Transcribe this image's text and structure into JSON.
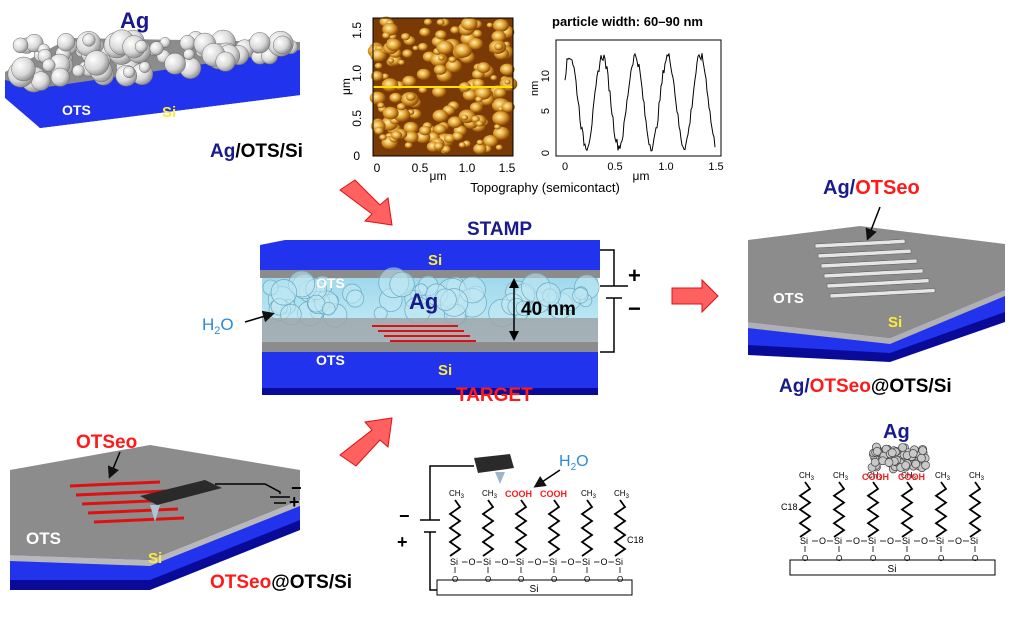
{
  "colors": {
    "navy": "#1a1a8c",
    "red": "#ff1a1a",
    "yellow": "#ffeb3b",
    "blue": "#1f3bd6",
    "water": "#2a8bd8",
    "afm_line": "#ffe000"
  },
  "panel_a": {
    "ag_label": "Ag",
    "ots_label": "OTS",
    "si_label": "Si",
    "caption_ag": "Ag",
    "caption_rest": "/OTS/Si"
  },
  "afm": {
    "y_label": "μm",
    "y_ticks": [
      "0",
      "0.5",
      "1.0",
      "1.5"
    ],
    "x_ticks": [
      "0",
      "0.5",
      "1.0",
      "1.5"
    ],
    "x_unit": "μm",
    "caption": "Topography (semicontact)"
  },
  "profile": {
    "title": "particle width: 60–90 nm",
    "y_label": "nm",
    "y_ticks": [
      "0",
      "5",
      "10"
    ],
    "x_ticks": [
      "0",
      "0.5",
      "1.0",
      "1.5"
    ],
    "x_unit": "μm"
  },
  "center": {
    "stamp_label": "STAMP",
    "target_label": "TARGET",
    "si_top": "Si",
    "si_bottom": "Si",
    "ots_top": "OTS",
    "ots_bottom": "OTS",
    "ag_label": "Ag",
    "gap_label": "40 nm",
    "water_label": "H",
    "water_sub": "2",
    "water_tail": "O",
    "plus": "+",
    "minus": "−"
  },
  "panel_right": {
    "top_ag": "Ag",
    "top_slash": "/",
    "top_otseo": "OTSeo",
    "ots_label": "OTS",
    "si_label": "Si",
    "caption_ag": "Ag",
    "caption_slash": "/",
    "caption_otseo": "OTSeo",
    "caption_rest": "@OTS/Si"
  },
  "panel_bl": {
    "otseo_label": "OTSeo",
    "ots_label": "OTS",
    "si_label": "Si",
    "minus": "−",
    "plus": "+",
    "caption_otseo": "OTSeo",
    "caption_rest": "@OTS/Si"
  },
  "chem_left": {
    "water": "H",
    "water_sub": "2",
    "water_tail": "O",
    "cooh1": "COOH",
    "cooh2": "COOH",
    "ch3": "CH",
    "ch3_sub": "3",
    "c18": "C18",
    "si_base": "Si",
    "minus": "−",
    "plus": "+"
  },
  "chem_right": {
    "ag_label": "Ag",
    "cooh1": "COOH",
    "cooh2": "COOH",
    "ch3": "CH",
    "ch3_sub": "3",
    "c18": "C18",
    "si_base": "Si"
  }
}
